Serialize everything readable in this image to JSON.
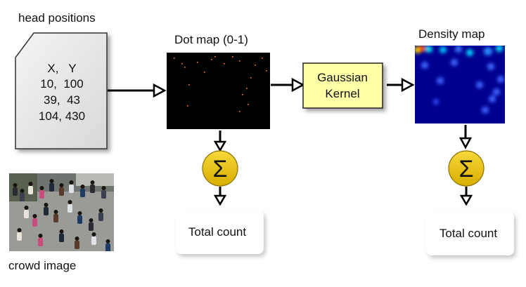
{
  "labels": {
    "head_positions": "head positions",
    "dot_map": "Dot map (0-1)",
    "density_map": "Density map",
    "crowd_image": "crowd image"
  },
  "coords": {
    "header": "X,   Y",
    "rows": [
      "10,  100",
      "39,  43",
      "104, 430"
    ]
  },
  "gaussian": {
    "line1": "Gaussian",
    "line2": "Kernel"
  },
  "sum_symbol": "Σ",
  "total_left": "Total count",
  "total_right": "Total count",
  "colors": {
    "dot_map_bg": "#000000",
    "density_bg": "#00008f",
    "gaussian_fill": "#ffffa8",
    "sum_fill": "#e8c200",
    "doc_fill": "#e6e6e6"
  },
  "icons": [
    "document-icon",
    "sum-icon",
    "arrow-icon",
    "photo-icon"
  ]
}
